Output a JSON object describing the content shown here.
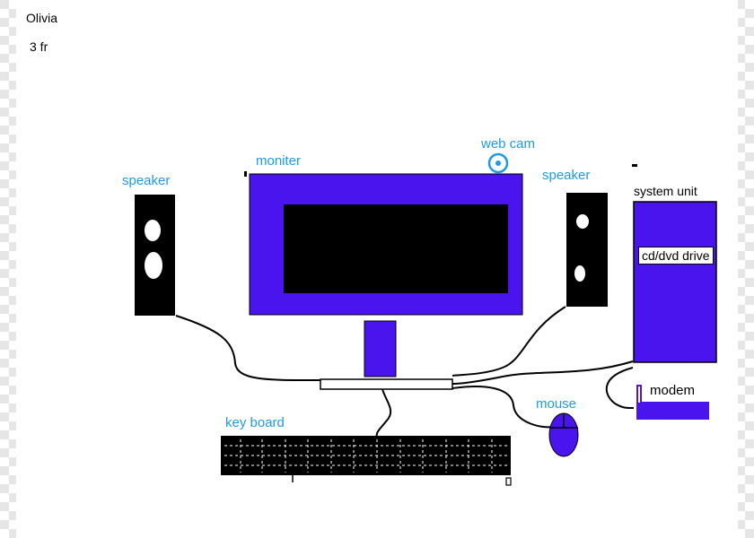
{
  "header": {
    "name": "Olivia",
    "grade": "3 fr"
  },
  "labels": {
    "moniter": "moniter",
    "web_cam": "web cam",
    "speaker_left": "speaker",
    "speaker_right": "speaker",
    "system_unit": "system unit",
    "cd_dvd_drive": "cd/dvd drive",
    "modem": "modem",
    "mouse": "mouse",
    "keyboard": "key board"
  },
  "colors": {
    "device_fill": "#4a14ee",
    "label_blue": "#1e9be6",
    "black": "#000000"
  },
  "icons": [
    "webcam-icon",
    "mouse-icon",
    "speaker-icon",
    "monitor-icon",
    "keyboard-icon",
    "system-unit-icon",
    "modem-icon"
  ]
}
